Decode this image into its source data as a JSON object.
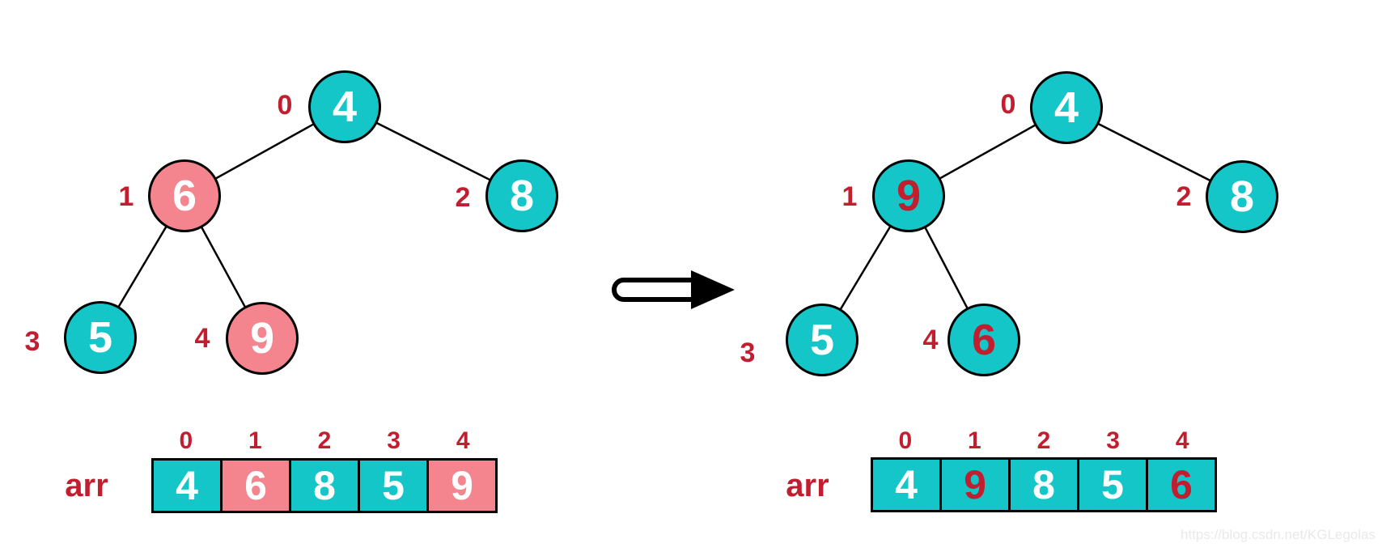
{
  "colors": {
    "teal": "#15C6C8",
    "pink": "#F4848E",
    "crimson": "#C11F30",
    "watermark": "#E9E9EB"
  },
  "left": {
    "nodes": [
      {
        "index": "0",
        "value": "4",
        "fill": "teal",
        "text": "white"
      },
      {
        "index": "1",
        "value": "6",
        "fill": "pink",
        "text": "white"
      },
      {
        "index": "2",
        "value": "8",
        "fill": "teal",
        "text": "white"
      },
      {
        "index": "3",
        "value": "5",
        "fill": "teal",
        "text": "white"
      },
      {
        "index": "4",
        "value": "9",
        "fill": "pink",
        "text": "white"
      }
    ],
    "array": {
      "label": "arr",
      "indices": [
        "0",
        "1",
        "2",
        "3",
        "4"
      ],
      "cells": [
        {
          "value": "4",
          "fill": "teal",
          "text": "white"
        },
        {
          "value": "6",
          "fill": "pink",
          "text": "white"
        },
        {
          "value": "8",
          "fill": "teal",
          "text": "white"
        },
        {
          "value": "5",
          "fill": "teal",
          "text": "white"
        },
        {
          "value": "9",
          "fill": "pink",
          "text": "white"
        }
      ]
    }
  },
  "right": {
    "nodes": [
      {
        "index": "0",
        "value": "4",
        "fill": "teal",
        "text": "white"
      },
      {
        "index": "1",
        "value": "9",
        "fill": "teal",
        "text": "crimson"
      },
      {
        "index": "2",
        "value": "8",
        "fill": "teal",
        "text": "white"
      },
      {
        "index": "3",
        "value": "5",
        "fill": "teal",
        "text": "white"
      },
      {
        "index": "4",
        "value": "6",
        "fill": "teal",
        "text": "crimson"
      }
    ],
    "array": {
      "label": "arr",
      "indices": [
        "0",
        "1",
        "2",
        "3",
        "4"
      ],
      "cells": [
        {
          "value": "4",
          "fill": "teal",
          "text": "white"
        },
        {
          "value": "9",
          "fill": "teal",
          "text": "crimson"
        },
        {
          "value": "8",
          "fill": "teal",
          "text": "white"
        },
        {
          "value": "5",
          "fill": "teal",
          "text": "white"
        },
        {
          "value": "6",
          "fill": "teal",
          "text": "crimson"
        }
      ]
    }
  },
  "watermark": "https://blog.csdn.net/KGLegolas"
}
